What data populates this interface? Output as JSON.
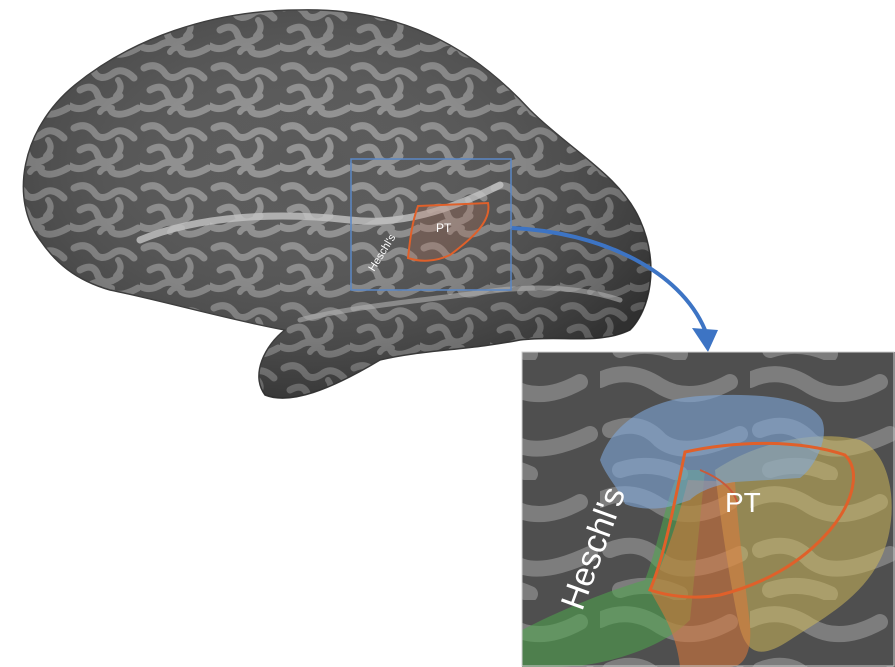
{
  "brain": {
    "small_labels": {
      "heschl": "Heschl's",
      "pt": "PT"
    }
  },
  "inset": {
    "labels": {
      "heschl": "Heschl's",
      "pt": "PT"
    }
  },
  "colors": {
    "cortex_dark": "#4c4c4c",
    "cortex_light": "#8e8e8e",
    "selection_box": "#5b87c5",
    "arrow": "#3d74c4",
    "pt_outline": "#e0602a",
    "region_blue": "#7ea6d8",
    "region_green": "#4ea84c",
    "region_orange": "#e07a3a",
    "region_yellow": "#d8c05a"
  }
}
